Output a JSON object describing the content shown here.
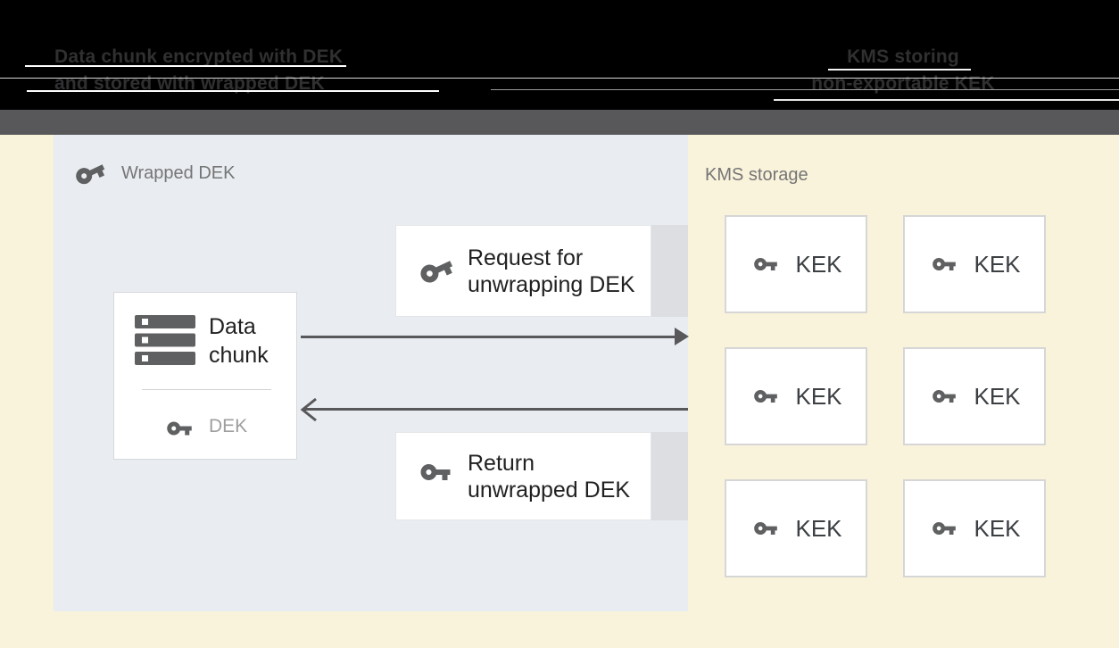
{
  "header": {
    "left_caption_line1": "Data chunk encrypted with DEK",
    "left_caption_line2": "and stored with wrapped DEK",
    "right_caption_line1": "KMS storing",
    "right_caption_line2": "non-exportable KEK"
  },
  "wrapped_dek_panel": {
    "title": "Wrapped DEK",
    "data_chunk_box": {
      "line1": "Data",
      "line2": "chunk",
      "key_label": "DEK"
    },
    "request_box": {
      "line1": "Request for",
      "line2": "unwrapping DEK"
    },
    "return_box": {
      "line1": "Return",
      "line2": "unwrapped DEK"
    }
  },
  "kms_panel": {
    "title": "KMS storage",
    "kek_labels": [
      "KEK",
      "KEK",
      "KEK",
      "KEK",
      "KEK",
      "KEK"
    ]
  },
  "colors": {
    "page_background": "#faf3db",
    "header_black": "#000000",
    "header_gray_strip": "#58585a",
    "panel_background": "#e9edf1",
    "box_background": "#ffffff",
    "box_border": "#d6d6d6",
    "box_side_strip": "#dcdee1",
    "icon_dark": "#5f6061",
    "arrow": "#58585a",
    "text_dark": "#212121",
    "text_gray": "#757575",
    "text_light_gray": "#9e9e9e",
    "header_text": "#303032"
  }
}
